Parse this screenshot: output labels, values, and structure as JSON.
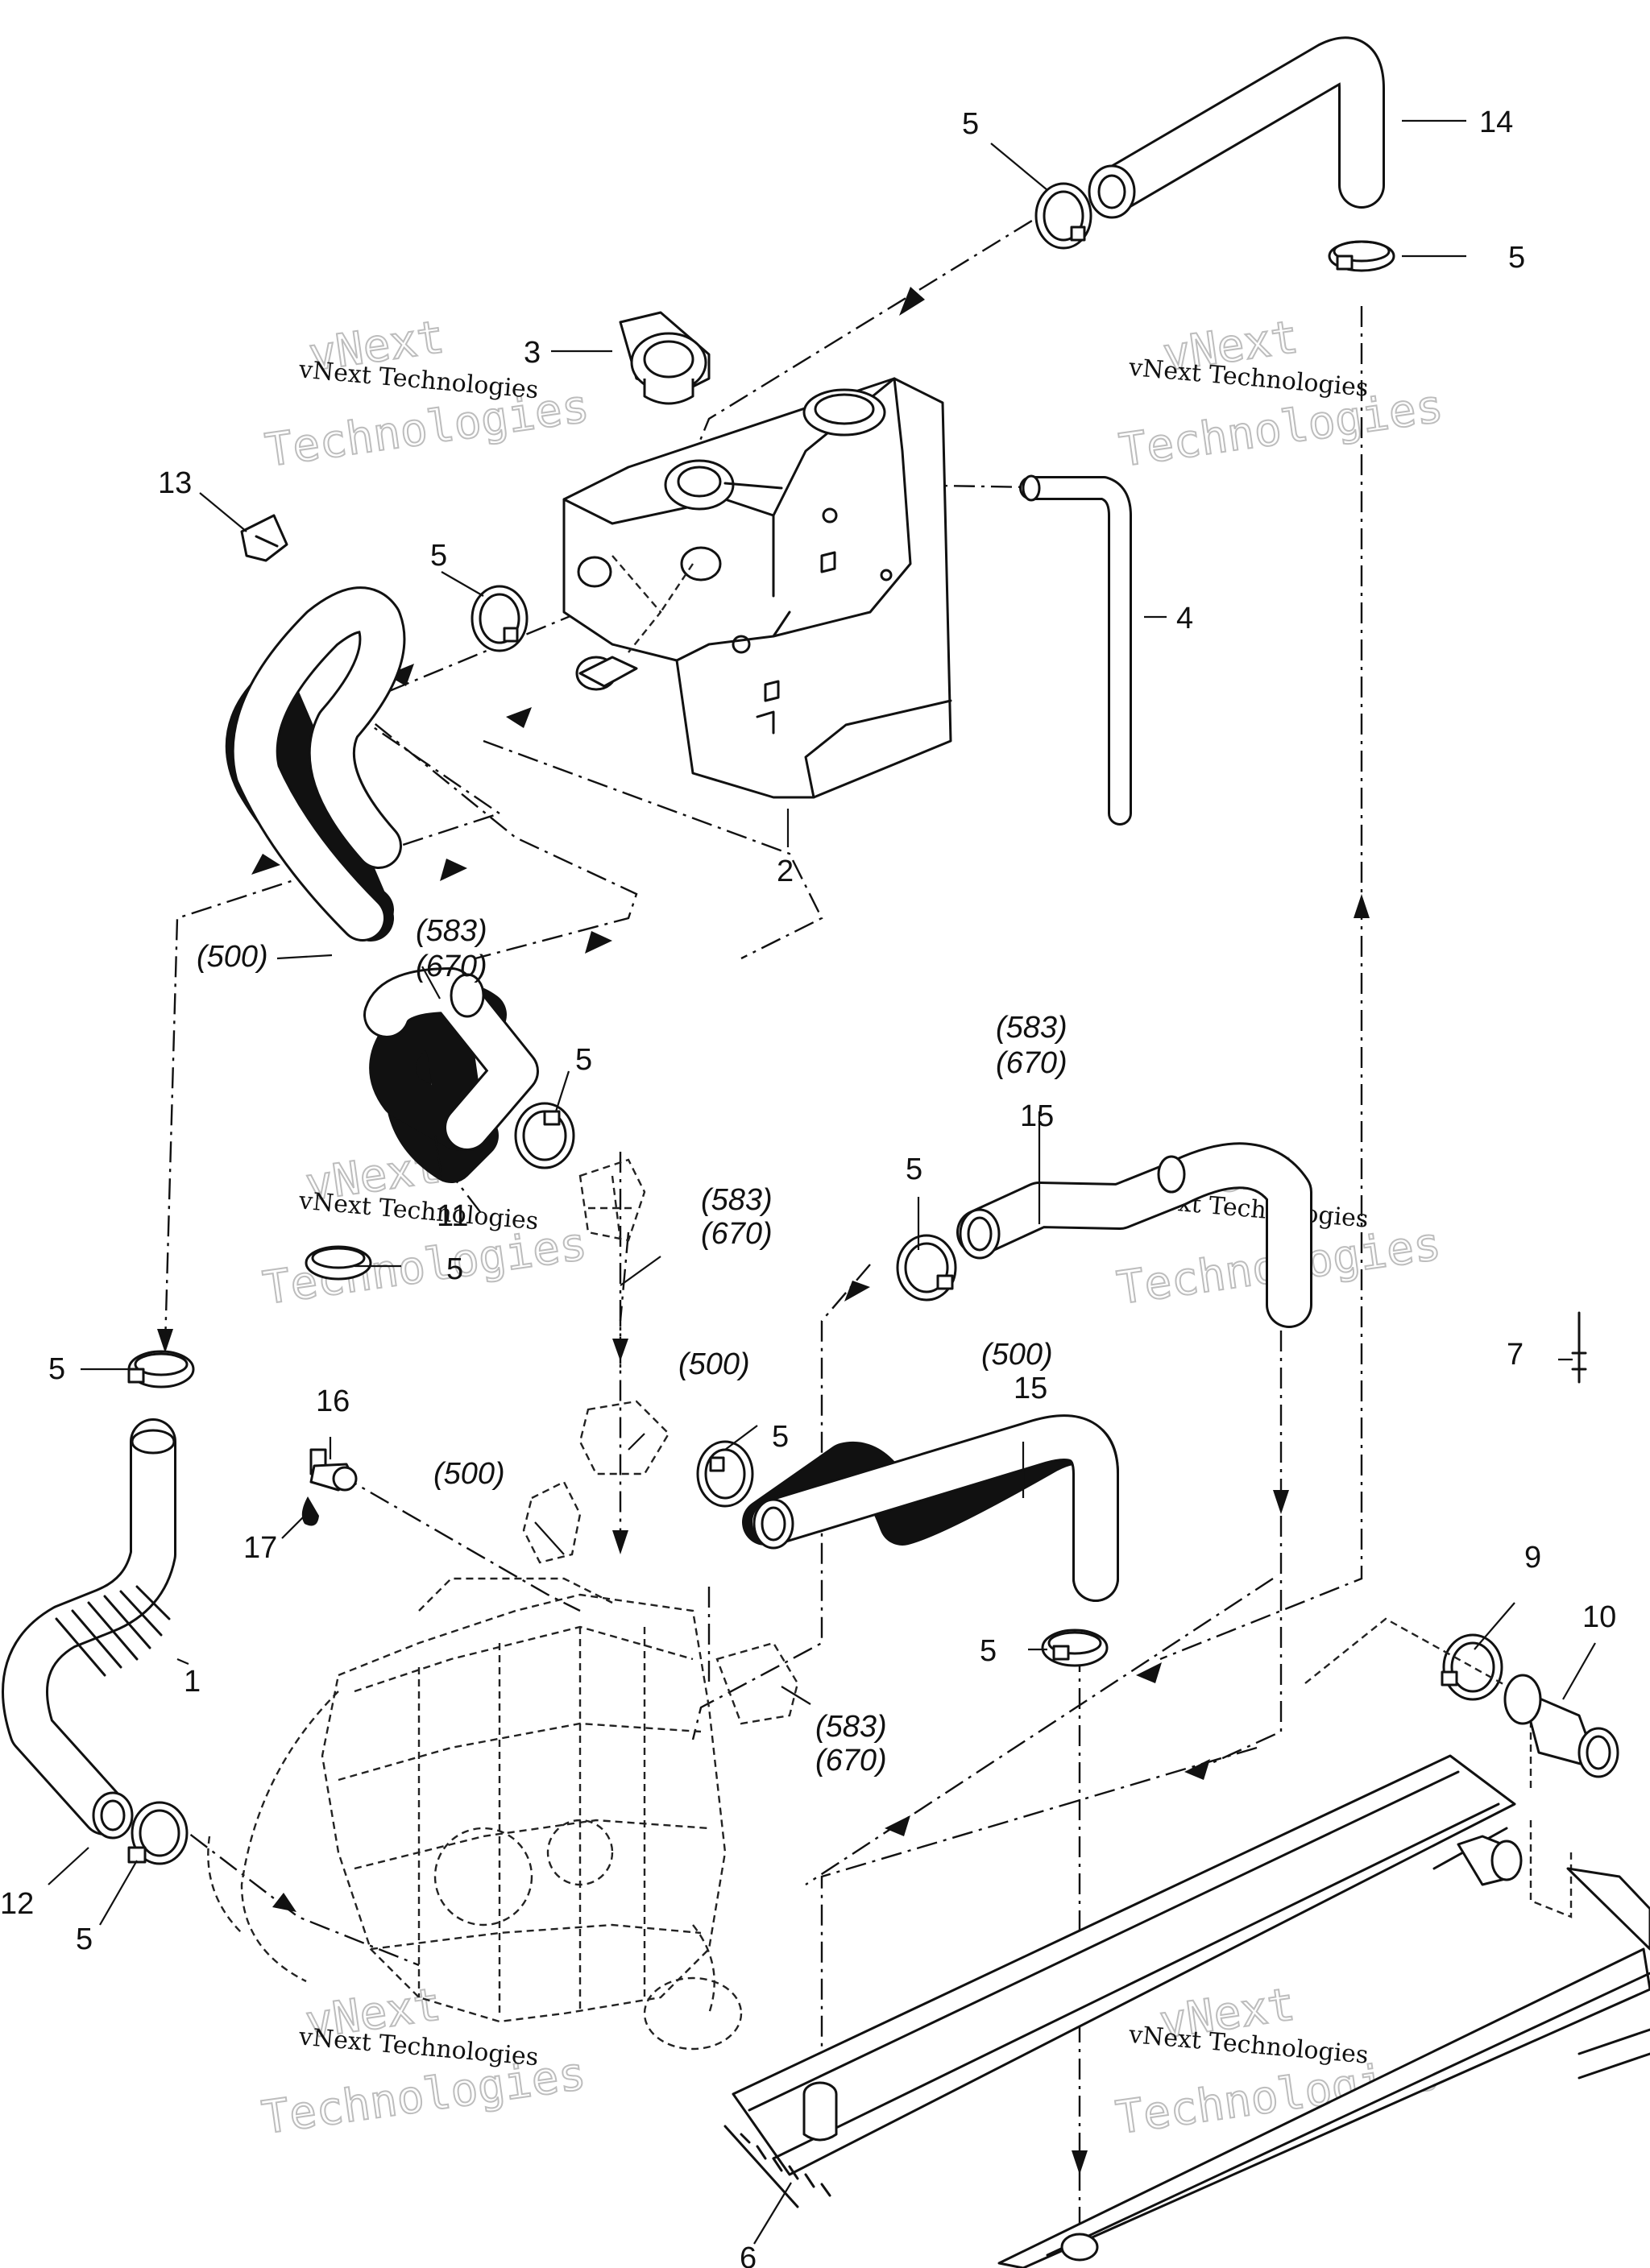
{
  "watermark": {
    "brand": "vNext Technologies",
    "big_top": "vNext",
    "big_bottom": "Technologies"
  },
  "callouts": {
    "c1": "1",
    "c2": "2",
    "c3": "3",
    "c4": "4",
    "c5": "5",
    "c6": "6",
    "c7": "7",
    "c9": "9",
    "c10": "10",
    "c11": "11",
    "c12": "12",
    "c13": "13",
    "c14": "14",
    "c15": "15",
    "c16": "16",
    "c17": "17"
  },
  "model_codes": {
    "m500": "(500)",
    "m583": "(583)",
    "m670": "(670)"
  }
}
